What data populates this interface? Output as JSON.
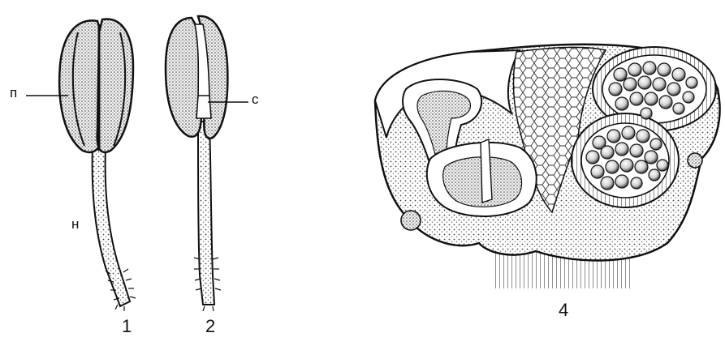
{
  "labels": {
    "pollen_sac": "п",
    "connective": "с",
    "filament": "н"
  },
  "figure_numbers": [
    "1",
    "2",
    "4"
  ],
  "colors": {
    "ink": "#111111",
    "paper": "#ffffff",
    "shade": "#bdbdbd"
  }
}
